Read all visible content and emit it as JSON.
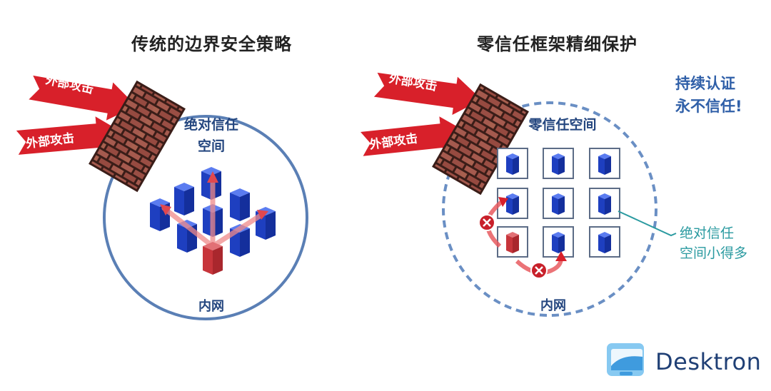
{
  "left_panel": {
    "title": "传统的边界安全策略",
    "attack_labels": [
      "外部攻击",
      "外部攻击"
    ],
    "trust_space_line1": "绝对信任",
    "trust_space_line2": "空间",
    "network_label": "内网"
  },
  "right_panel": {
    "title": "零信任框架精细保护",
    "attack_labels": [
      "外部攻击",
      "外部攻击"
    ],
    "zero_trust_label": "零信任空间",
    "note_line1": "持续认证",
    "note_line2": "永不信任!",
    "callout_line1": "绝对信任",
    "callout_line2": "空间小得多",
    "network_label": "内网"
  },
  "brand": {
    "name": "Desktron"
  },
  "colors": {
    "attack_red": "#d8202a",
    "brick": "#9c5046",
    "server_blue": "#1c44c8",
    "compromised_red": "#c8353b",
    "circle_blue": "#5a7fb5",
    "callout_teal": "#2a9aa0"
  }
}
